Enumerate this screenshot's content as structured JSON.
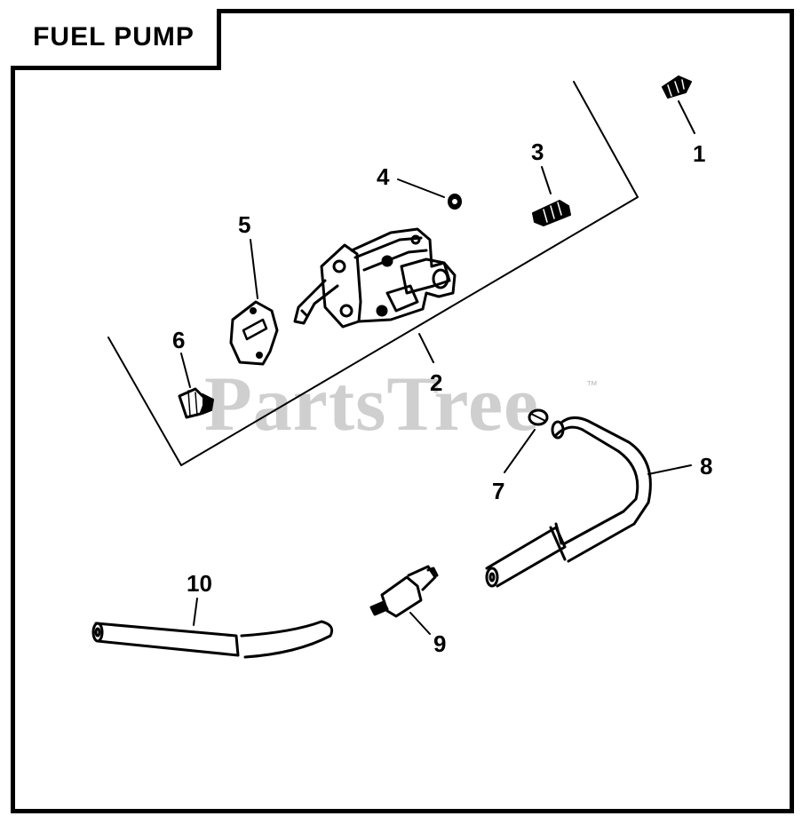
{
  "title": "FUEL PUMP",
  "watermark": "PartsTree",
  "watermark_mark": "™",
  "callouts": {
    "c1": "1",
    "c2": "2",
    "c3": "3",
    "c4": "4",
    "c5": "5",
    "c6": "6",
    "c7": "7",
    "c8": "8",
    "c9": "9",
    "c10": "10"
  }
}
